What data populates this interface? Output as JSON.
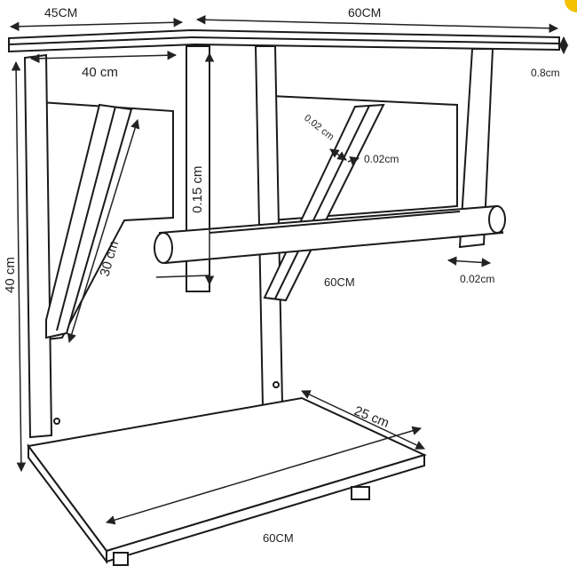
{
  "diagram": {
    "title": "",
    "accent_color": "#f2c200",
    "labels": {
      "top_depth": "45CM",
      "top_width": "60CM",
      "top_thickness": "0.8cm",
      "inner_width": "40 cm",
      "height": "40 cm",
      "brace_length": "30 cm",
      "post_size": "0.15 cm",
      "brace_thickness_a": "0.02 cm",
      "brace_thickness_b": "0.02cm",
      "rail_length": "60CM",
      "leg_gap": "0.02cm",
      "shelf_depth": "25 cm",
      "shelf_width": "60CM"
    }
  }
}
